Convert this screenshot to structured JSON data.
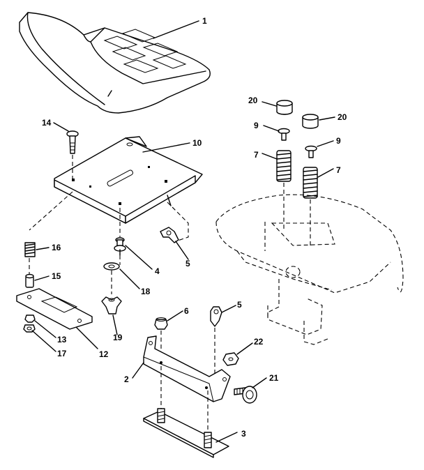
{
  "parts": [
    {
      "id": "seat",
      "number": "1"
    },
    {
      "id": "seat-pan",
      "number": "10"
    },
    {
      "id": "carriage-bolt",
      "number": "14"
    },
    {
      "id": "spring-left",
      "number": "16"
    },
    {
      "id": "bushing-left",
      "number": "15"
    },
    {
      "id": "slide-plate",
      "number": "12"
    },
    {
      "id": "nut-13",
      "number": "13"
    },
    {
      "id": "lock-nut-17",
      "number": "17"
    },
    {
      "id": "shoulder-bolt",
      "number": "4"
    },
    {
      "id": "washer",
      "number": "18"
    },
    {
      "id": "adjuster-knob",
      "number": "19"
    },
    {
      "id": "clip-5-upper",
      "number": "5"
    },
    {
      "id": "nut-6",
      "number": "6"
    },
    {
      "id": "clip-5-lower",
      "number": "5"
    },
    {
      "id": "bracket",
      "number": "2"
    },
    {
      "id": "lock-nut-22",
      "number": "22"
    },
    {
      "id": "knob-bolt",
      "number": "21"
    },
    {
      "id": "base-plate",
      "number": "3"
    },
    {
      "id": "bumper-left",
      "number": "20"
    },
    {
      "id": "bumper-right",
      "number": "20"
    },
    {
      "id": "screw-left",
      "number": "9"
    },
    {
      "id": "screw-right",
      "number": "9"
    },
    {
      "id": "spring-7-left",
      "number": "7"
    },
    {
      "id": "spring-7-right",
      "number": "7"
    }
  ]
}
